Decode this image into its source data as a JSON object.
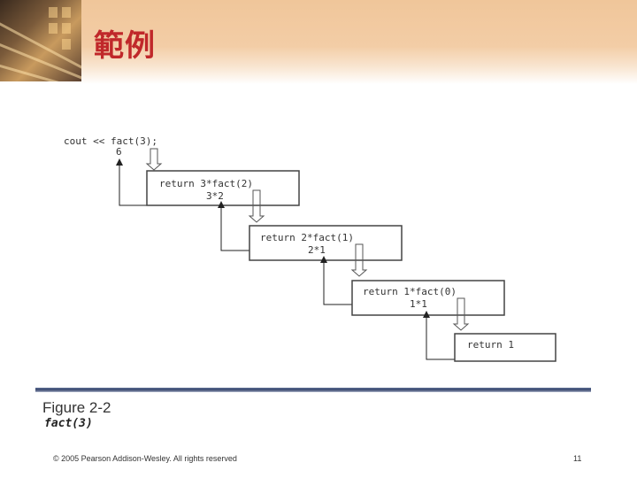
{
  "header": {
    "title": "範例"
  },
  "diagram": {
    "call": "cout << fact(3);",
    "result": "6",
    "frames": [
      {
        "code": "return 3*fact(2)",
        "value": "3*2"
      },
      {
        "code": "return 2*fact(1)",
        "value": "2*1"
      },
      {
        "code": "return 1*fact(0)",
        "value": "1*1"
      },
      {
        "code": "return 1",
        "value": ""
      }
    ]
  },
  "figure": {
    "label": "Figure 2-2",
    "caption": "fact(3)"
  },
  "footer": {
    "copyright": "© 2005 Pearson Addison-Wesley. All rights reserved",
    "page": "11"
  },
  "colors": {
    "title": "#c0282a",
    "banner": "#f0c69a",
    "rule": "#3c4a70"
  }
}
